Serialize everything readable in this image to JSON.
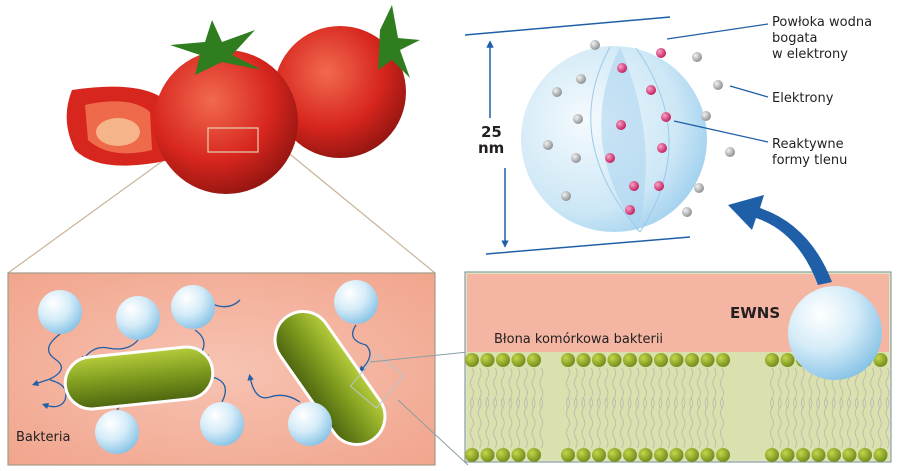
{
  "labels": {
    "shell_line1": "Powłoka wodna",
    "shell_line2": "bogata",
    "shell_line3": "w elektrony",
    "electrons": "Elektrony",
    "ros_line1": "Reaktywne",
    "ros_line2": "formy tlenu",
    "size_value": "25",
    "size_unit": "nm",
    "ewns": "EWNS",
    "membrane": "Błona komórkowa bakterii",
    "bacteria": "Bakteria"
  },
  "colors": {
    "line_blue": "#1f5fa8",
    "sphere_blue": "#bfe0f3",
    "ros_pink": "#d6246e",
    "electron_gray": "#a7a9ac",
    "tomato_red": "#d7261e",
    "salmon": "#f4b3a0",
    "membrane_green": "#8ea92a"
  }
}
